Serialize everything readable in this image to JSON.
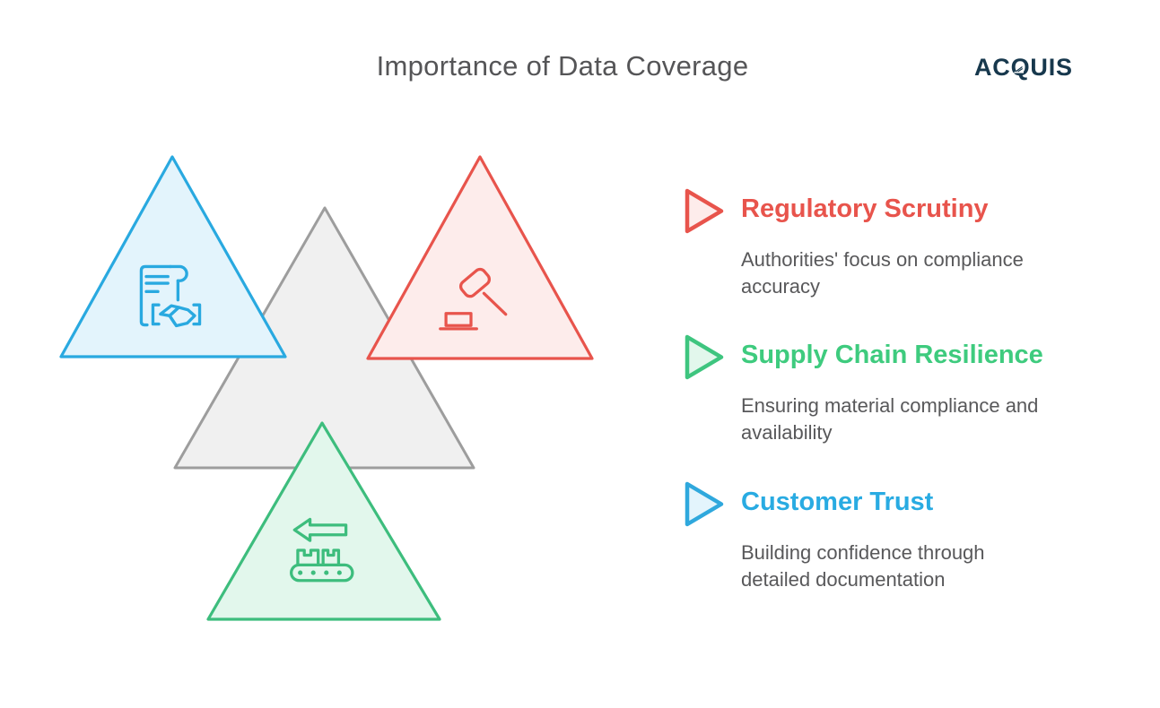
{
  "page": {
    "title": "Importance of Data Coverage",
    "brand": "ACQUIS",
    "background": "#ffffff",
    "title_color": "#555557",
    "brand_color": "#17384d"
  },
  "diagram": {
    "center_triangle": {
      "fill": "#f0f0f0",
      "stroke": "#9d9d9d"
    },
    "triangles": [
      {
        "position": "top-left",
        "icon": "contract-handshake-icon",
        "stroke": "#29a9e0",
        "fill": "#e3f4fc"
      },
      {
        "position": "top-right",
        "icon": "gavel-icon",
        "stroke": "#e8544c",
        "fill": "#fdeceb"
      },
      {
        "position": "bottom-center",
        "icon": "conveyor-belt-icon",
        "stroke": "#3dbd7d",
        "fill": "#e2f7ec"
      }
    ]
  },
  "legend": {
    "items": [
      {
        "title": "Regulatory Scrutiny",
        "color": "#e8544c",
        "marker_fill": "#fdeceb",
        "description_lines": [
          "Authorities' focus on compliance",
          "accuracy"
        ]
      },
      {
        "title": "Supply Chain Resilience",
        "color": "#3ecb7e",
        "marker_fill": "#e2f7ec",
        "description_lines": [
          "Ensuring material compliance and",
          "availability"
        ]
      },
      {
        "title": "Customer Trust",
        "color": "#29abe2",
        "marker_fill": "#e3f4fc",
        "description_lines": [
          "Building confidence through",
          "detailed documentation"
        ]
      }
    ],
    "description_color": "#58585a"
  }
}
